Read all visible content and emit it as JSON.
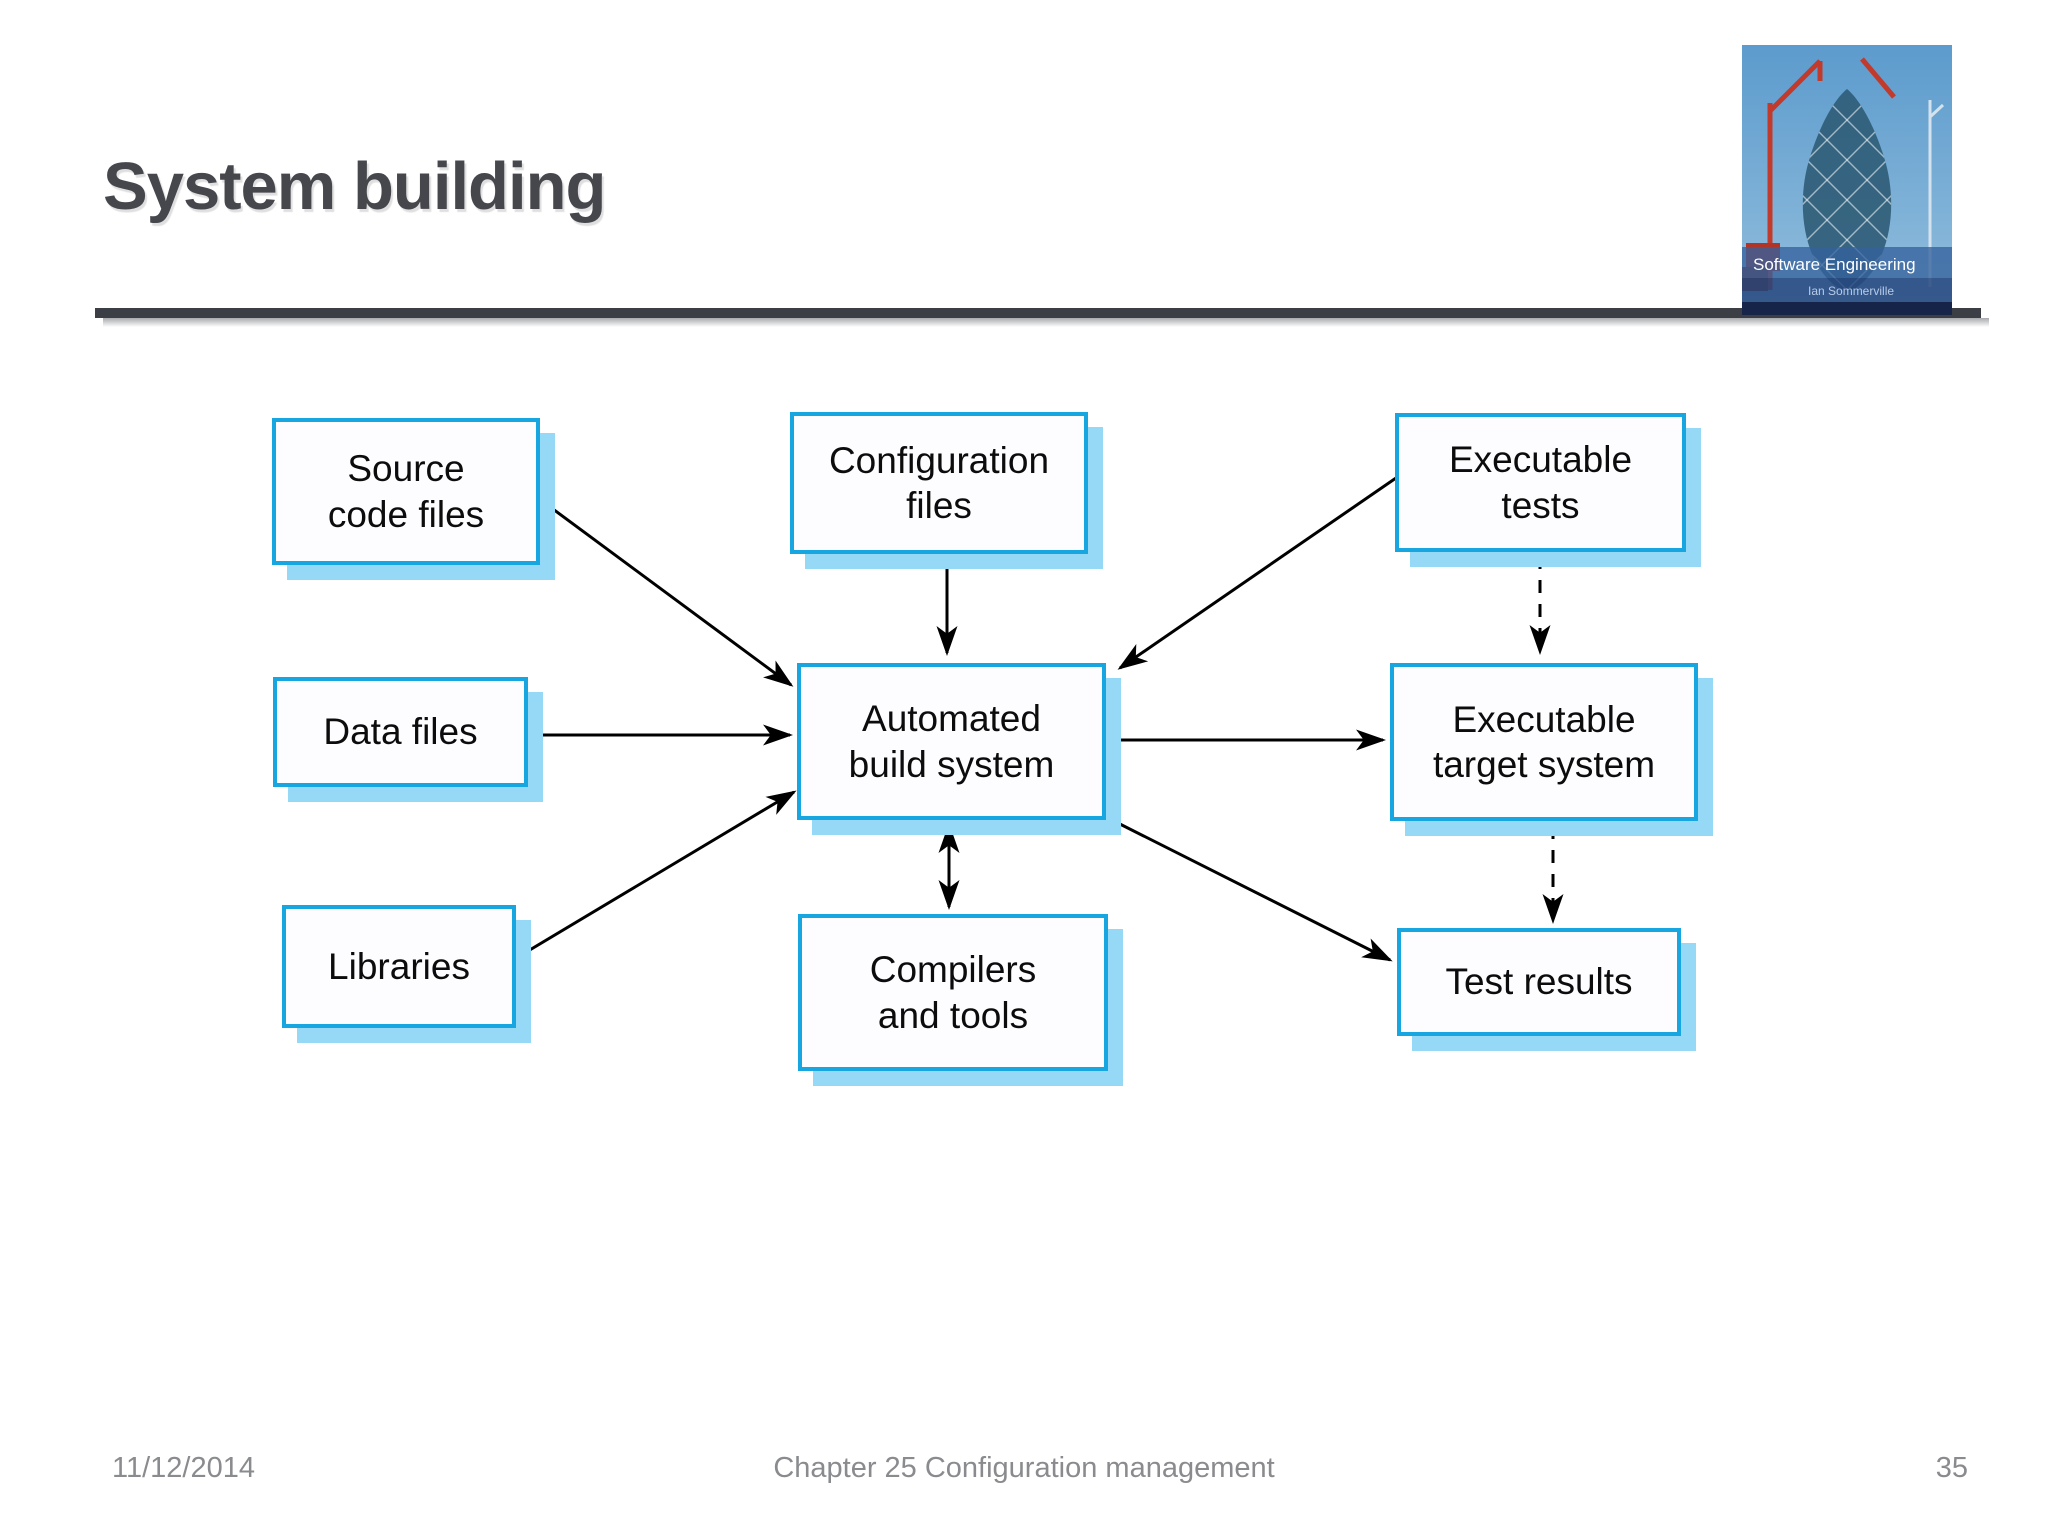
{
  "slide": {
    "title": "System building",
    "footer": {
      "date": "11/12/2014",
      "center": "Chapter 25 Configuration management",
      "page": "35"
    }
  },
  "logo": {
    "title": "Software Engineering",
    "author": "Ian Sommerville"
  },
  "diagram": {
    "nodes": [
      {
        "id": "source-code-files",
        "label": "Source\ncode files"
      },
      {
        "id": "configuration-files",
        "label": "Configuration\nfiles"
      },
      {
        "id": "executable-tests",
        "label": "Executable\ntests"
      },
      {
        "id": "data-files",
        "label": "Data files"
      },
      {
        "id": "automated-build-system",
        "label": "Automated\nbuild system"
      },
      {
        "id": "executable-target-system",
        "label": "Executable\ntarget system"
      },
      {
        "id": "libraries",
        "label": "Libraries"
      },
      {
        "id": "compilers-and-tools",
        "label": "Compilers\nand tools"
      },
      {
        "id": "test-results",
        "label": "Test results"
      }
    ],
    "edges": [
      {
        "from": "source-code-files",
        "to": "automated-build-system",
        "style": "solid"
      },
      {
        "from": "configuration-files",
        "to": "automated-build-system",
        "style": "solid"
      },
      {
        "from": "executable-tests",
        "to": "automated-build-system",
        "style": "solid"
      },
      {
        "from": "data-files",
        "to": "automated-build-system",
        "style": "solid"
      },
      {
        "from": "libraries",
        "to": "automated-build-system",
        "style": "solid"
      },
      {
        "from": "automated-build-system",
        "to": "executable-target-system",
        "style": "solid"
      },
      {
        "from": "automated-build-system",
        "to": "compilers-and-tools",
        "style": "double"
      },
      {
        "from": "automated-build-system",
        "to": "test-results",
        "style": "solid"
      },
      {
        "from": "executable-tests",
        "to": "executable-target-system",
        "style": "dashed"
      },
      {
        "from": "executable-target-system",
        "to": "test-results",
        "style": "dashed"
      }
    ]
  },
  "colors": {
    "box_border": "#17a6e0",
    "box_shadow": "#95d9f6",
    "box_fill": "#fdfdff",
    "arrow": "#000000",
    "title_text": "#45474c",
    "rule": "#3b3e44",
    "footer_text": "#8a8b8e"
  }
}
